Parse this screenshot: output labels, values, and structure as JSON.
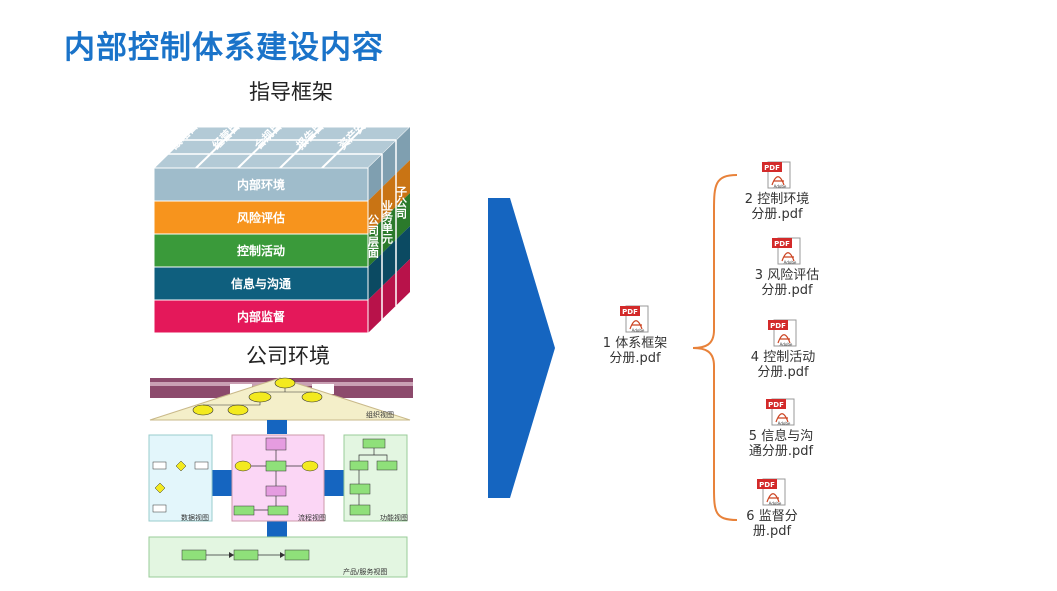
{
  "title": "内部控制体系建设内容",
  "framework_label": "指导框架",
  "company_env_label": "公司环境",
  "cube": {
    "layers": [
      {
        "label": "内部环境",
        "color": "#9fbccb"
      },
      {
        "label": "风险评估",
        "color": "#f7941d"
      },
      {
        "label": "控制活动",
        "color": "#3a9a3a"
      },
      {
        "label": "信息与沟通",
        "color": "#0f5f7e"
      },
      {
        "label": "内部监督",
        "color": "#e4185a"
      }
    ],
    "top_labels": [
      "战略目标",
      "经营目标",
      "合规目标",
      "报告目标",
      "资产安全"
    ],
    "side_labels": [
      "公司层面",
      "业务单元",
      "子公司"
    ]
  },
  "env_diagram": {
    "org_view": "组织视图",
    "data_view": "数据视图",
    "process_view": "流程视图",
    "function_view": "功能视图",
    "product_view": "产品/服务视图"
  },
  "files": {
    "main": {
      "text": "1 体系框架\n分册.pdf"
    },
    "items": [
      {
        "text": "2 控制环境\n分册.pdf"
      },
      {
        "text": "3 风险评估\n分册.pdf"
      },
      {
        "text": "4 控制活动\n分册.pdf"
      },
      {
        "text": "5 信息与沟\n通分册.pdf"
      },
      {
        "text": "6 监督分\n册.pdf"
      }
    ],
    "icon_label": "PDF",
    "icon_brand": "Adobe"
  },
  "colors": {
    "accent": "#1a73c9",
    "arrow": "#1565c0",
    "brace": "#e8823a"
  }
}
